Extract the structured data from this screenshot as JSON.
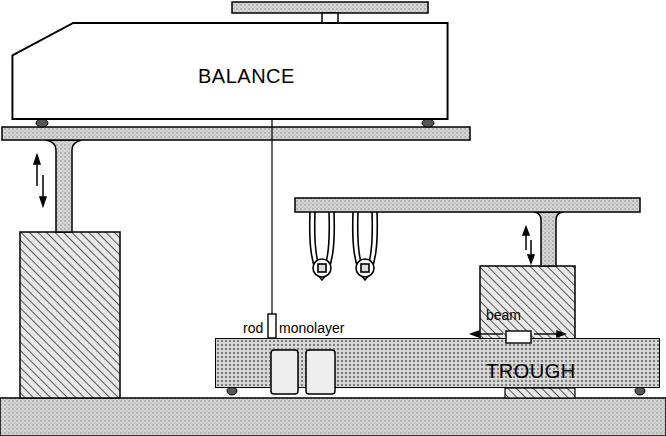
{
  "diagram": {
    "nodes": [
      {
        "text": [
          "BALANCE"
        ]
      },
      {
        "text": [
          "TROUGH"
        ]
      }
    ],
    "labels": [
      "rod",
      "monolayer",
      "beam"
    ]
  }
}
